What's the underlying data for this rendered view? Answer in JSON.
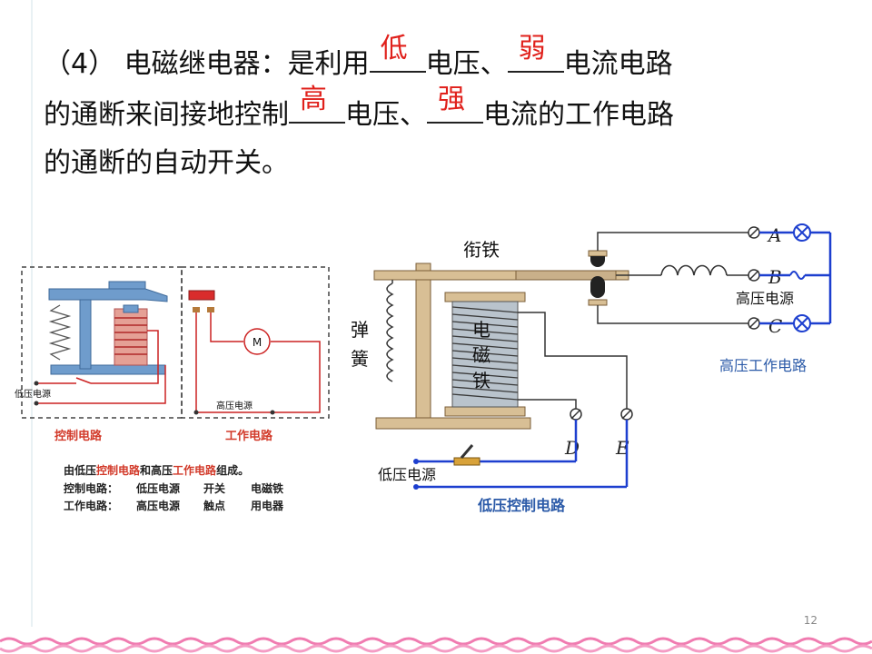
{
  "slide": {
    "page_number": "12",
    "text": {
      "line1_a": "（4） 电磁继电器：是利用",
      "blank1": "低",
      "line1_b": "电压、",
      "blank2": "弱",
      "line1_c": "电流电路",
      "line2_a": "的通断来间接地控制",
      "blank3": "高",
      "line2_b": "电压、",
      "blank4": "强",
      "line2_c": "电流的工作电路",
      "line3": "的通断的自动开关。"
    }
  },
  "left_diagram": {
    "low_source": "低压电源",
    "high_source": "高压电源",
    "motor": "M",
    "control_label": "控制电路",
    "work_label": "工作电路",
    "desc_pre": "由低压",
    "desc_ctrl": "控制电路",
    "desc_mid": "和高压",
    "desc_work": "工作电路",
    "desc_post": "组成。",
    "row1": [
      "控制电路：",
      "低压电源",
      "开关",
      "电磁铁"
    ],
    "row2": [
      "工作电路：",
      "高压电源",
      "触点",
      "用电器"
    ]
  },
  "right_diagram": {
    "armature": "衔铁",
    "spring_1": "弹",
    "spring_2": "簧",
    "electro_1": "电",
    "electro_2": "磁",
    "electro_3": "铁",
    "term_a": "A",
    "term_b": "B",
    "term_c": "C",
    "term_d": "D",
    "term_e": "E",
    "high_source": "高压电源",
    "high_circuit": "高压工作电路",
    "low_source": "低压电源",
    "low_circuit": "低压控制电路"
  },
  "colors": {
    "answer": "#e0201b",
    "wire_blue": "#1d3fcf",
    "wire_red": "#cc2222",
    "core_blue": "#6d96c7",
    "wood": "#d8bf95",
    "label_blue": "#2b5aa8"
  }
}
